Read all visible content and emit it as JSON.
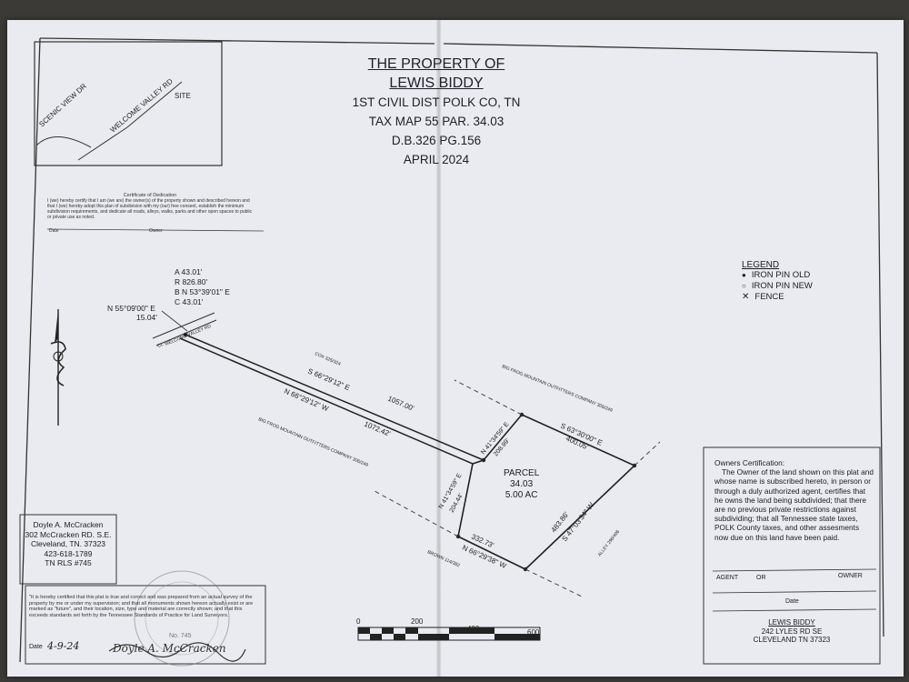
{
  "title": {
    "line1": "THE PROPERTY OF",
    "line2": "LEWIS BIDDY",
    "line3": "1ST CIVIL DIST POLK CO, TN",
    "line4": "TAX MAP 55 PAR. 34.03",
    "line5": "D.B.326 PG.156",
    "line6": "APRIL 2024"
  },
  "vicinity": {
    "road1": "SCENIC VIEW DR",
    "road2": "WELCOME VALLEY RD",
    "site": "SITE"
  },
  "dedication": {
    "heading": "Certificate of Dedication",
    "body": "I (we) hereby certify that I am (we are) the owner(s) of the property shown and described hereon and that I (we) hereby adopt this plan of subdivision with my (our) free consent, establish the minimum subdivision requirements, and dedicate all roads, alleys, walks, parks and other open spaces to public or private use as noted.",
    "date_label": "Date",
    "owner_label": "Owner"
  },
  "curve": {
    "a": "A 43.01'",
    "r": "R 826.80'",
    "b": "B N 53°39'01\" E",
    "c": "C 43.01'"
  },
  "bearings": {
    "road_tie": "N 55°09'00\" E",
    "road_tie_dist": "15.04'",
    "road_name": "WELCOME VALLEY RD",
    "road_prefix": "CL",
    "north_line": "S 66°29'12\" E",
    "north_dist": "1057.00'",
    "south_line": "N 66°29'12\" W",
    "south_dist": "1072.42'",
    "west_upper": "N 41°34'59\" E",
    "west_upper_dist": "208.99'",
    "west_lower": "N 41°34'59\" E",
    "west_lower_dist": "204.44'",
    "top": "S 63°30'00\" E",
    "top_dist": "400.05'",
    "east": "S 47°03'34\" W",
    "east_dist": "483.86'",
    "bottom_dist": "332.73'",
    "bottom": "N 66°29'38\" W"
  },
  "adjoiners": {
    "cox": "COX 325/324",
    "bfmo_top": "BIG FROG MOUNTAIN OUTFITTERS COMPANY 306/249",
    "bfmo_left": "BIG FROG MOUNTAIN OUTFITTERS COMPANY 306/249",
    "brown": "BROWN 114/382",
    "alley": "ALLEY 296/406"
  },
  "parcel": {
    "label": "PARCEL",
    "number": "34.03",
    "area": "5.00 AC"
  },
  "legend": {
    "title": "LEGEND",
    "items": [
      {
        "symbol": "●",
        "label": "IRON PIN OLD"
      },
      {
        "symbol": "○",
        "label": "IRON PIN NEW"
      },
      {
        "symbol": "✕",
        "label": "FENCE"
      }
    ]
  },
  "surveyor": {
    "name": "Doyle A. McCracken",
    "address": "302 McCracken RD. S.E.",
    "city": "Cleveland, TN. 37323",
    "phone": "423-618-1789",
    "rls": "TN RLS #745"
  },
  "survey_cert": {
    "body": "\"It is hereby certified that this plat is true and correct and was prepared from an actual survey of the property by me or under my supervision; and that all monuments shown hereon actually exist or are marked as \"future\", and their location, size, type and material are correctly shown; and that this exceeds standards set forth by the Tennessee Standards of Practice for Land Surveyors.",
    "date_label": "Date",
    "date_value": "4-9-24",
    "signature": "Doyle A. McCracken",
    "seal_number": "No. 745"
  },
  "scale": {
    "labels": [
      "0",
      "200",
      "400",
      "600"
    ]
  },
  "owners_cert": {
    "heading": "Owners Certification:",
    "body": "The Owner of the land shown on this plat and whose name is subscribed hereto, in person or through a duly authorized agent, certifies that he owns the land being subdivided; that there are no previous private restrictions against subdividing; that all Tennessee state taxes, POLK County taxes, and other assesments now due on this land have been paid.",
    "agent": "AGENT",
    "or": "OR",
    "owner": "OWNER",
    "date_label": "Date",
    "owner_name": "LEWIS BIDDY",
    "owner_address": "242 LYLES RD SE",
    "owner_city": "CLEVELAND TN 37323"
  },
  "colors": {
    "paper": "#e9ebf0",
    "ink": "#1c1c22",
    "background": "#3b3a37"
  }
}
